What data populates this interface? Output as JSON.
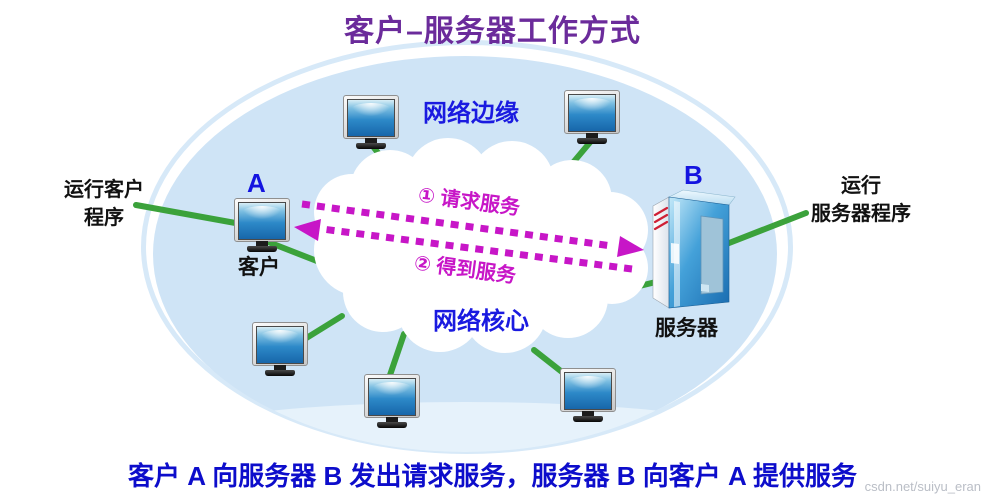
{
  "title": "客户–服务器工作方式",
  "diagram": {
    "network_edge_label": "网络边缘",
    "network_core_label": "网络核心",
    "client": {
      "letter": "A",
      "label": "客户",
      "side_note_line1": "运行客户",
      "side_note_line2": "程序"
    },
    "server": {
      "letter": "B",
      "label": "服务器",
      "side_note_line1": "运行",
      "side_note_line2": "服务器程序"
    },
    "arrows": {
      "request_label": "① 请求服务",
      "response_label": "② 得到服务"
    }
  },
  "caption": "客户 A 向服务器 B 发出请求服务，服务器 B 向客户 A 提供服务",
  "watermark": "csdn.net/suiyu_eran",
  "icons": {
    "computer": "computer-icon (CSS monitor shape)",
    "server": "server-tower-icon (SVG 3D tower)",
    "cloud": "cloud-icon (SVG white cloud)"
  },
  "colors": {
    "title_purple": "#6B2B9B",
    "network_label_blue": "#1A1AE0",
    "caption_blue": "#0D0DCB",
    "arrow_magenta": "#C716C7",
    "link_green": "#3BA23B",
    "ellipse_fill": "#CFE4F6",
    "cloud_fill": "#FFFFFF"
  }
}
